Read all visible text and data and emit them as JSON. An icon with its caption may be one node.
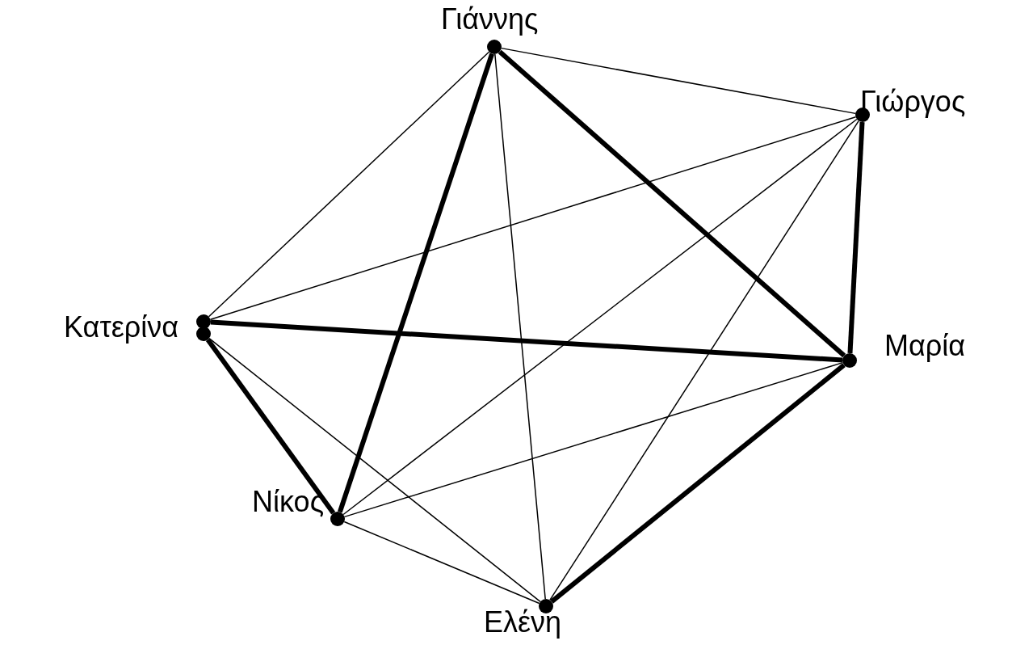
{
  "diagram": {
    "nodes": [
      {
        "text": [
          "Γιάννης"
        ]
      },
      {
        "text": [
          "Γιώργος"
        ]
      },
      {
        "text": [
          "Κατερίνα"
        ]
      },
      {
        "text": [
          "Μαρία"
        ]
      },
      {
        "text": [
          "Νίκος"
        ]
      },
      {
        "text": [
          "Ελένη"
        ]
      }
    ],
    "edges": [
      {
        "from": 0,
        "to": 1,
        "arrow": "none"
      },
      {
        "from": 0,
        "to": 3,
        "arrow": "none",
        "style": "thick"
      },
      {
        "from": 0,
        "to": 5,
        "arrow": "none"
      },
      {
        "from": 0,
        "to": 4,
        "arrow": "none",
        "style": "thick"
      },
      {
        "from": 0,
        "to": 2,
        "arrow": "none"
      },
      {
        "from": 1,
        "to": 3,
        "arrow": "none",
        "style": "thick"
      },
      {
        "from": 1,
        "to": 5,
        "arrow": "none"
      },
      {
        "from": 1,
        "to": 4,
        "arrow": "none"
      },
      {
        "from": 1,
        "to": 2,
        "arrow": "none"
      },
      {
        "from": 3,
        "to": 5,
        "arrow": "none",
        "style": "thick"
      },
      {
        "from": 3,
        "to": 4,
        "arrow": "none"
      },
      {
        "from": 3,
        "to": 2,
        "arrow": "none",
        "style": "thick"
      },
      {
        "from": 5,
        "to": 4,
        "arrow": "none"
      },
      {
        "from": 5,
        "to": 2,
        "arrow": "none"
      },
      {
        "from": 4,
        "to": 2,
        "arrow": "none",
        "style": "thick"
      }
    ]
  }
}
